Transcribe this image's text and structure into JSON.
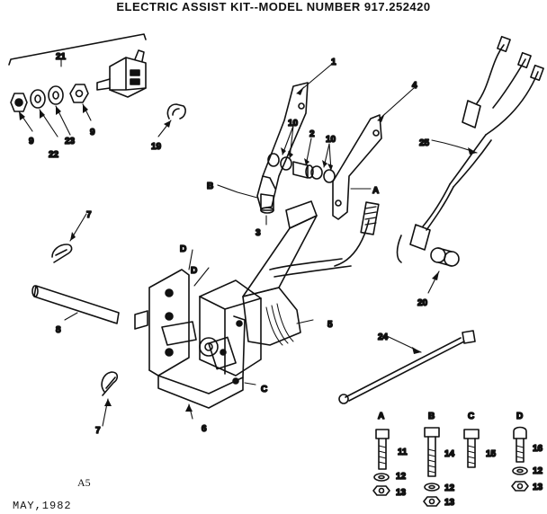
{
  "title": "ELECTRIC ASSIST KIT--MODEL NUMBER 917.252420",
  "footer": {
    "page_id": "A5",
    "date": "MAY,1982"
  },
  "callouts": {
    "p1": "1",
    "p2": "2",
    "p3": "3",
    "p4": "4",
    "p5": "5",
    "p6": "6",
    "p7a": "7",
    "p7b": "7",
    "p8": "8",
    "p9a": "9",
    "p9b": "9",
    "p10a": "10",
    "p10b": "10",
    "p11": "11",
    "p12a": "12",
    "p12b": "12",
    "p13a": "13",
    "p13b": "13",
    "p13c": "13",
    "p14": "14",
    "p15": "15",
    "p16": "16",
    "p19": "19",
    "p20": "20",
    "p21": "21",
    "p22": "22",
    "p23": "23",
    "p24": "24",
    "p25": "25"
  },
  "reference_letters": {
    "a_bracket": "A",
    "b_bracket": "B",
    "c_frame": "C",
    "d1": "D",
    "d2": "D",
    "hw_a": "A",
    "hw_b": "B",
    "hw_c": "C",
    "hw_d": "D"
  }
}
